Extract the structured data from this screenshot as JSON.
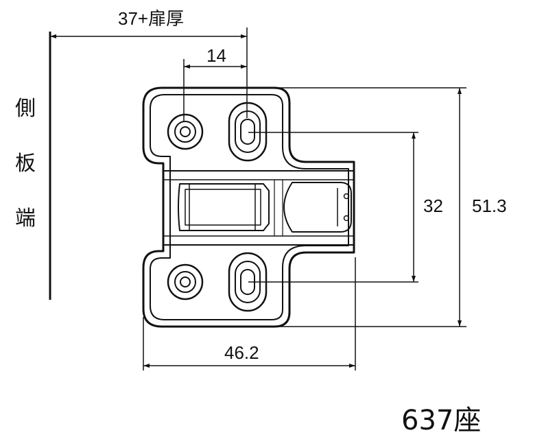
{
  "dimensions": {
    "top_offset": "37+扉厚",
    "hole_spacing_horizontal": "14",
    "hole_spacing_vertical": "32",
    "overall_height": "51.3",
    "overall_width": "46.2"
  },
  "side_label": [
    "側",
    "板",
    "端"
  ],
  "model_label": "637座"
}
